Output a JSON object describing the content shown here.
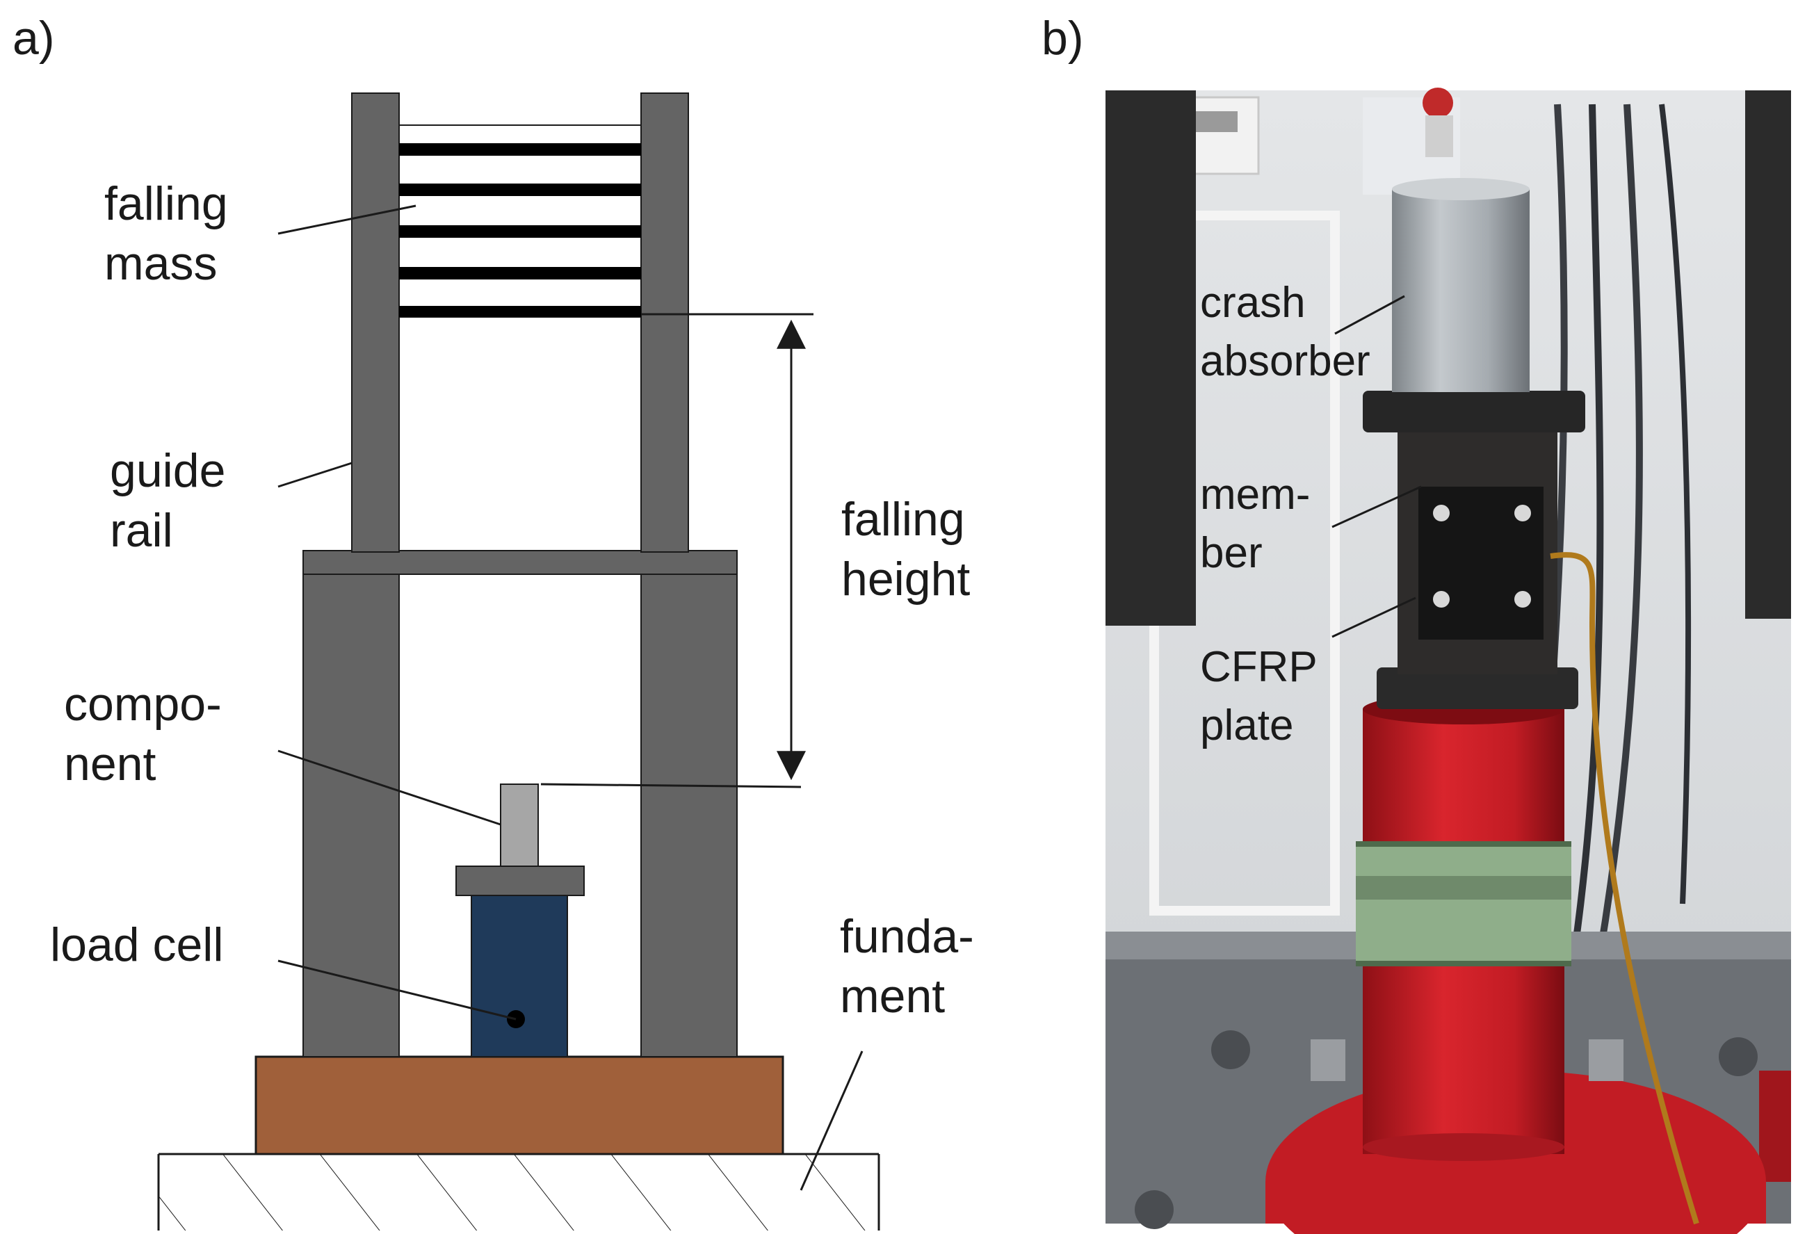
{
  "panel_a": {
    "tag": "a)",
    "labels": {
      "falling_mass": [
        "falling",
        "mass"
      ],
      "guide_rail": [
        "guide",
        "rail"
      ],
      "component": [
        "compo-",
        "nent"
      ],
      "load_cell": [
        "load cell"
      ],
      "falling_height": [
        "falling",
        "height"
      ],
      "fundament": [
        "funda-",
        "ment"
      ]
    },
    "colors": {
      "rail": "#646464",
      "component": "#a6a6a6",
      "load_cell": "#1f3a5a",
      "base": "#a0603a",
      "outline": "#1a1a1a"
    }
  },
  "panel_b": {
    "tag": "b)",
    "labels": {
      "crash_absorber": [
        "crash",
        "absorber"
      ],
      "member": [
        "mem-",
        "ber"
      ],
      "cfrp_plate": [
        "CFRP",
        "plate"
      ]
    },
    "colors": {
      "absorber": "#a9aeb3",
      "red_base": "#c91c24",
      "band": "#8fae8a",
      "dark": "#2a2a2a"
    }
  }
}
